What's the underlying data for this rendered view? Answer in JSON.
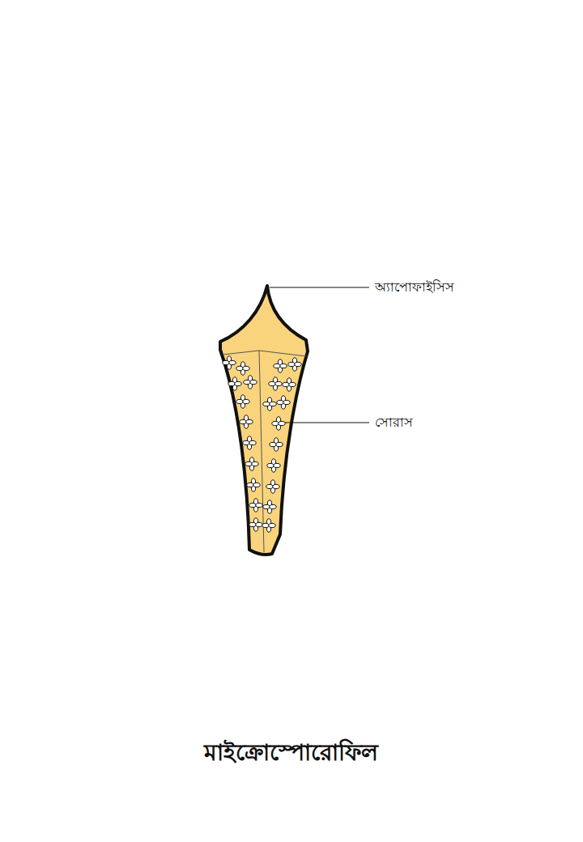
{
  "diagram": {
    "caption": "মাইক্রোস্পোরোফিল",
    "labels": [
      "অ্যাপোফাইসিস",
      "সোরাস"
    ]
  }
}
